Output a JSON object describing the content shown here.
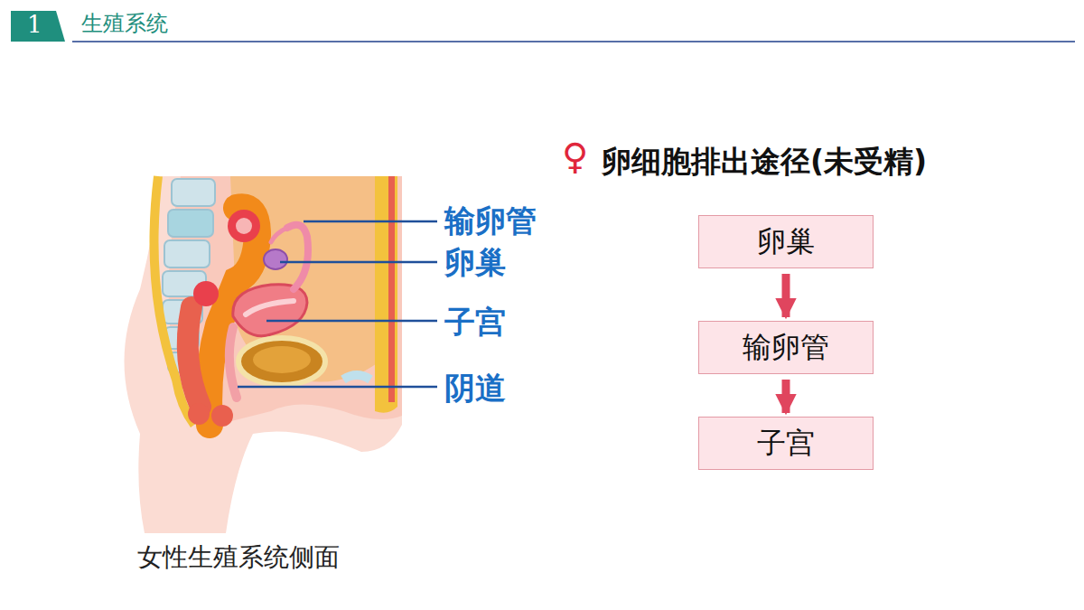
{
  "diagram": {
    "title": "卵细胞排出途径(未受精)",
    "caption": "女性生殖系统侧面",
    "nodes": [
      {
        "text": [
          "卵巢"
        ]
      },
      {
        "text": [
          "输卵管"
        ]
      },
      {
        "text": [
          "子宫"
        ]
      }
    ],
    "edges": [
      {
        "from": 0,
        "to": 1,
        "arrow": "to"
      },
      {
        "from": 1,
        "to": 2,
        "arrow": "to"
      }
    ],
    "labels": [
      "1",
      "生殖系统",
      "♀",
      "输卵管",
      "卵巢",
      "子宫",
      "阴道"
    ]
  }
}
